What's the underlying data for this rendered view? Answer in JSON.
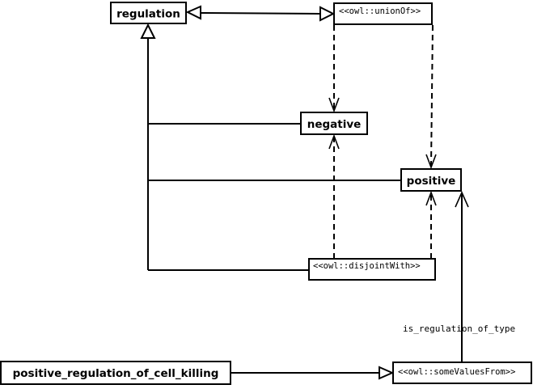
{
  "nodes": {
    "regulation": "regulation",
    "union_of": "<<owl::unionOf>>",
    "negative": "negative",
    "positive": "positive",
    "disjoint_with": "<<owl::disjointWith>>",
    "some_values_from": "<<owl::someValuesFrom>>",
    "cell_killing": "positive_regulation_of_cell_killing"
  },
  "edge_labels": {
    "is_regulation_of_type": "is_regulation_of_type"
  }
}
